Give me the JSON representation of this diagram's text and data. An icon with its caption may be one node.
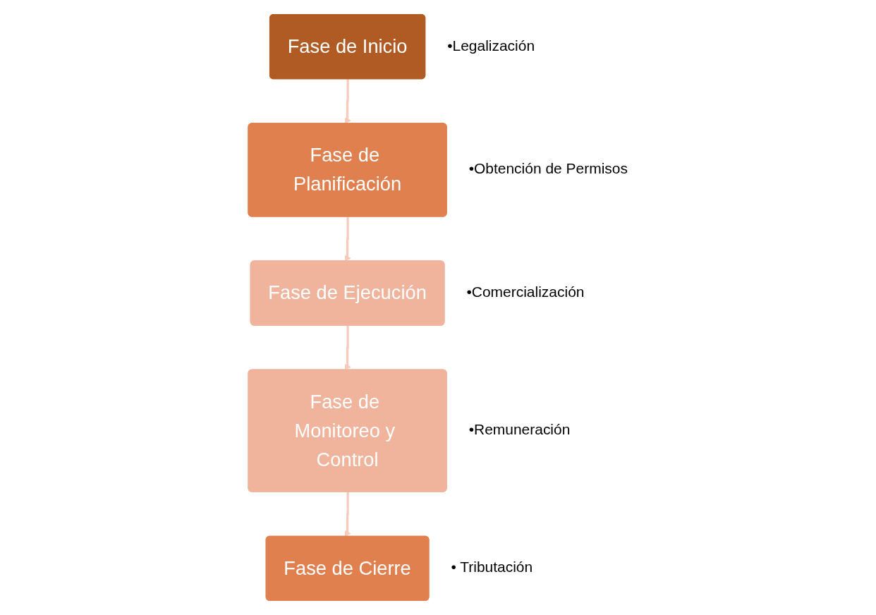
{
  "diagram": {
    "nodes": [
      {
        "text": [
          "Fase de Inicio"
        ],
        "beside": [
          "•Legalización"
        ]
      },
      {
        "text": [
          "Fase de Planificación"
        ],
        "beside": [
          "•Obtención de Permisos"
        ]
      },
      {
        "text": [
          "Fase de Ejecución"
        ],
        "beside": [
          "•Comercialización"
        ]
      },
      {
        "text": [
          "Fase de Monitoreo y Control"
        ],
        "beside": [
          "•Remuneración"
        ]
      },
      {
        "text": [
          "Fase de Cierre"
        ],
        "beside": [
          "• Tributación"
        ]
      }
    ],
    "edges": [
      {
        "from": 0,
        "to": 1,
        "arrow": "to"
      },
      {
        "from": 1,
        "to": 2,
        "arrow": "to"
      },
      {
        "from": 2,
        "to": 3,
        "arrow": "to"
      },
      {
        "from": 3,
        "to": 4,
        "arrow": "to"
      }
    ]
  }
}
